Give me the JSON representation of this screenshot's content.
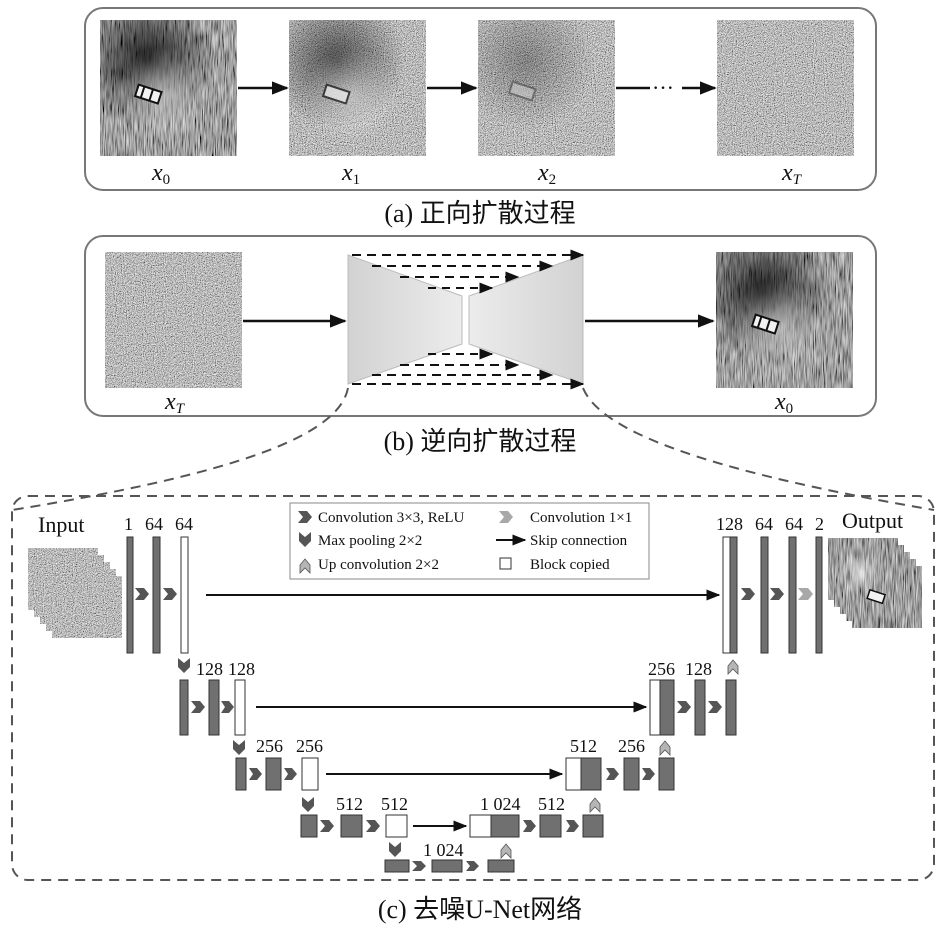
{
  "panels": {
    "a": {
      "caption": "(a) 正向扩散过程",
      "ellipsis": "···",
      "labels": [
        {
          "base": "x",
          "sub": "0"
        },
        {
          "base": "x",
          "sub": "1"
        },
        {
          "base": "x",
          "sub": "2"
        },
        {
          "base": "x",
          "sub": "T"
        }
      ]
    },
    "b": {
      "caption": "(b) 逆向扩散过程",
      "labels": [
        {
          "base": "x",
          "sub": "T"
        },
        {
          "base": "x",
          "sub": "0"
        }
      ]
    },
    "c": {
      "caption": "(c) 去噪U-Net网络",
      "input_label": "Input",
      "output_label": "Output",
      "channels": {
        "l1_enc": [
          "1",
          "64",
          "64"
        ],
        "l1_dec": [
          "128",
          "64",
          "64",
          "2"
        ],
        "l2_enc": [
          "128",
          "128"
        ],
        "l2_dec": [
          "256",
          "128"
        ],
        "l3_enc": [
          "256",
          "256"
        ],
        "l3_dec": [
          "512",
          "256"
        ],
        "l4_enc": [
          "512",
          "512"
        ],
        "l4_dec": [
          "1 024",
          "512"
        ],
        "bottleneck": "1 024"
      },
      "legend": {
        "conv3": "Convolution 3×3, ReLU",
        "conv1": "Convolution 1×1",
        "maxpool": "Max pooling 2×2",
        "skip": "Skip connection",
        "upconv": "Up convolution 2×2",
        "copied": "Block copied"
      }
    }
  },
  "colors": {
    "block": "#707070",
    "block_border": "#333333",
    "arrow_conv": "#555555",
    "arrow_conv1": "#a8a8a8",
    "arrow_up": "#b5b5b5",
    "panel_border": "#777777"
  }
}
